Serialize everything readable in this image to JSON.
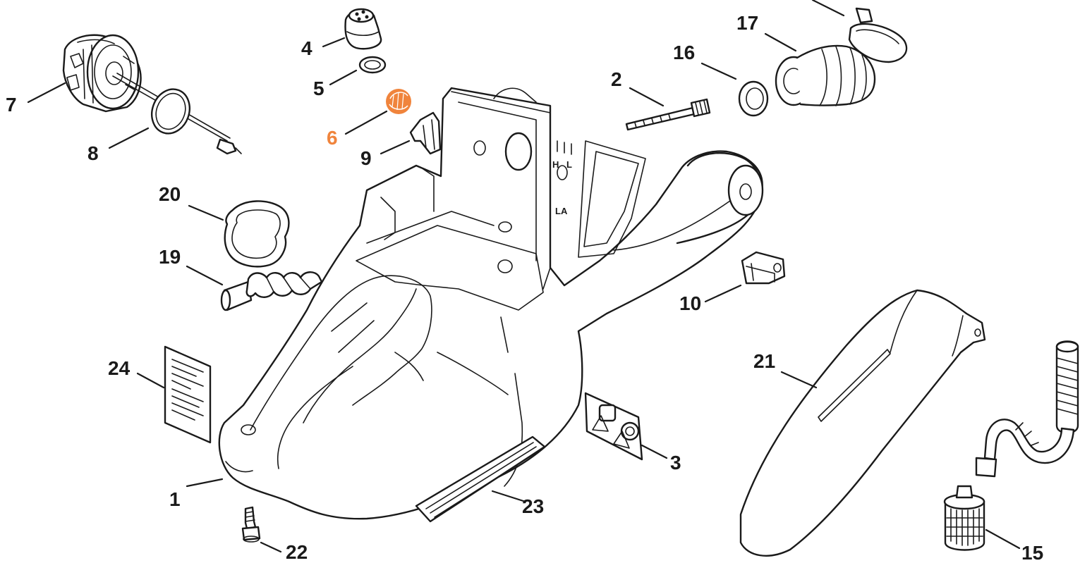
{
  "callouts": [
    {
      "id": "1",
      "label": "1",
      "highlighted": false
    },
    {
      "id": "2",
      "label": "2",
      "highlighted": false
    },
    {
      "id": "3",
      "label": "3",
      "highlighted": false
    },
    {
      "id": "4",
      "label": "4",
      "highlighted": false
    },
    {
      "id": "5",
      "label": "5",
      "highlighted": false
    },
    {
      "id": "6",
      "label": "6",
      "highlighted": true
    },
    {
      "id": "7",
      "label": "7",
      "highlighted": false
    },
    {
      "id": "8",
      "label": "8",
      "highlighted": false
    },
    {
      "id": "9",
      "label": "9",
      "highlighted": false
    },
    {
      "id": "10",
      "label": "10",
      "highlighted": false
    },
    {
      "id": "15",
      "label": "15",
      "highlighted": false
    },
    {
      "id": "16",
      "label": "16",
      "highlighted": false
    },
    {
      "id": "17",
      "label": "17",
      "highlighted": false
    },
    {
      "id": "19",
      "label": "19",
      "highlighted": false
    },
    {
      "id": "20",
      "label": "20",
      "highlighted": false
    },
    {
      "id": "21",
      "label": "21",
      "highlighted": false
    },
    {
      "id": "22",
      "label": "22",
      "highlighted": false
    },
    {
      "id": "23",
      "label": "23",
      "highlighted": false
    },
    {
      "id": "24",
      "label": "24",
      "highlighted": false
    }
  ],
  "stamps": {
    "high": "H",
    "low": "L",
    "idle": "LA"
  },
  "colors": {
    "highlight": "#f0843c",
    "line": "#1a1a1a",
    "background": "#ffffff"
  }
}
